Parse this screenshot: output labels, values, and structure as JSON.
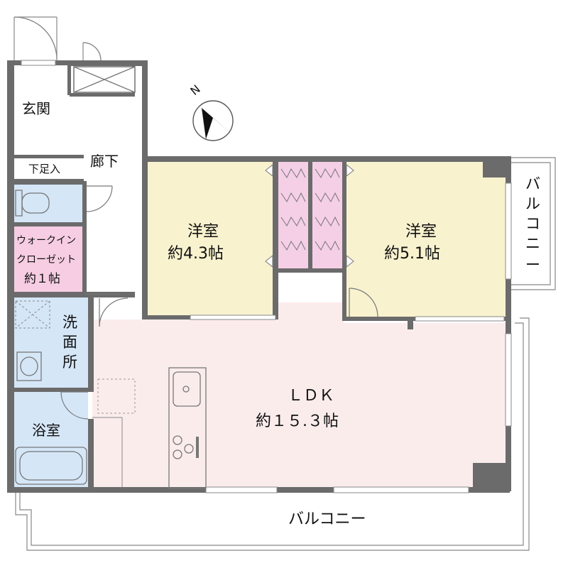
{
  "colors": {
    "wall": "#6b6b6b",
    "western_room": "#f8f2cf",
    "ldk": "#fbecec",
    "wet_area": "#d5e6f7",
    "closet": "#f5cfe6",
    "walk_in_closet": "#f6cde3"
  },
  "compass": {
    "label": "N",
    "icon": "north-arrow-icon"
  },
  "rooms": {
    "entrance": "玄関",
    "shoe_box": "下足入",
    "hallway": "廊下",
    "wic": {
      "line1": "ウォークイン",
      "line2": "クローゼット",
      "line3": "約１帖"
    },
    "washroom": {
      "c1": "洗",
      "c2": "面",
      "c3": "所"
    },
    "bath": "浴室",
    "western1": {
      "name": "洋室",
      "size": "約4.3帖"
    },
    "western2": {
      "name": "洋室",
      "size": "約5.1帖"
    },
    "ldk": {
      "name": "ＬＤＫ",
      "size": "約１５.３帖"
    },
    "balcony_side": {
      "c1": "バ",
      "c2": "ル",
      "c3": "コ",
      "c4": "ニ",
      "c5": "ー"
    },
    "balcony_bottom": "バルコニー"
  }
}
